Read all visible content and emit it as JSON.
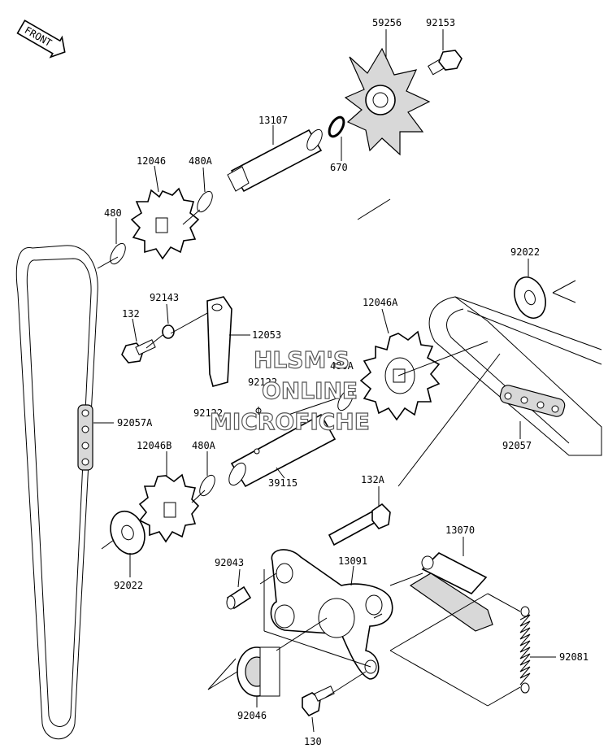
{
  "diagram": {
    "front_badge": "FRONT",
    "watermark": [
      "HLSM'S",
      "ONLINE",
      "MICROFICHE"
    ],
    "labels": {
      "p59256": "59256",
      "p92153": "92153",
      "p13107": "13107",
      "p670": "670",
      "p12046": "12046",
      "p480A_top": "480A",
      "p480": "480",
      "p92022_right": "92022",
      "p92143": "92143",
      "p132": "132",
      "p12053": "12053",
      "p12046A": "12046A",
      "p480A_mid": "480A",
      "p92122_a": "92122",
      "p92122_b": "92122",
      "p92057A": "92057A",
      "p92057": "92057",
      "p12046B": "12046B",
      "p480A_low": "480A",
      "p39115": "39115",
      "p132A": "132A",
      "p92022_left": "92022",
      "p13070": "13070",
      "p92043": "92043",
      "p13091": "13091",
      "p92081": "92081",
      "p92046": "92046",
      "p130": "130"
    }
  }
}
